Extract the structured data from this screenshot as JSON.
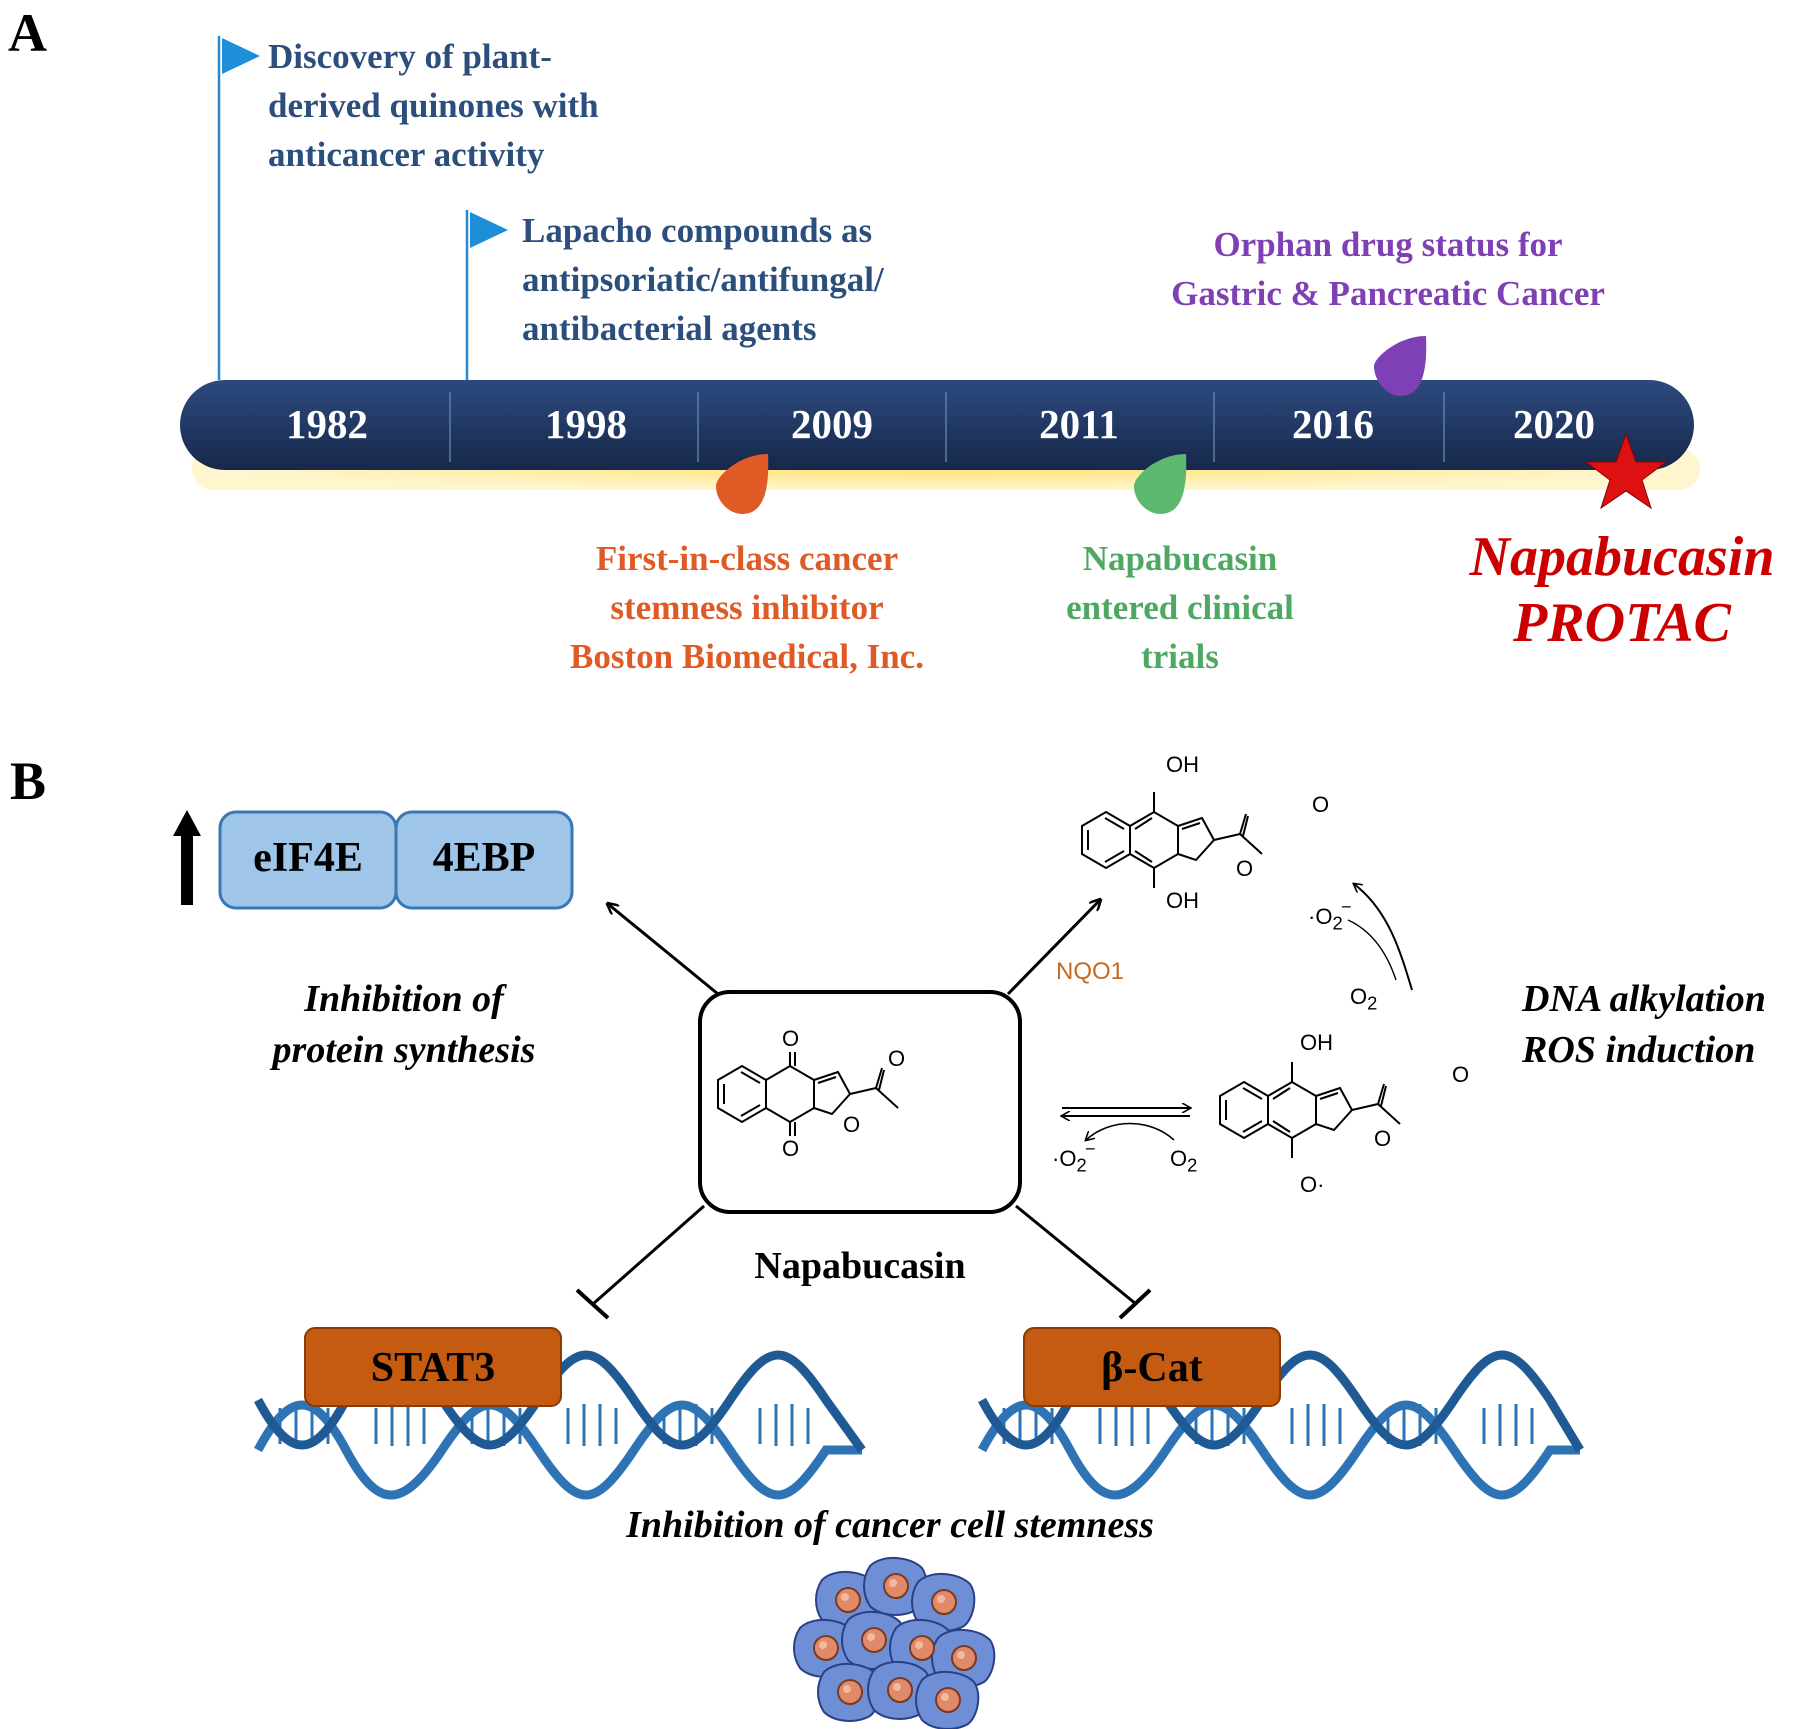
{
  "panel_a": {
    "label": "A",
    "years": [
      "1982",
      "1998",
      "2009",
      "2011",
      "2016",
      "2020"
    ],
    "events": {
      "discovery": "Discovery of plant-\nderived quinones  with\nanticancer activity",
      "lapacho": "Lapacho compounds as\nantipsoriatic/antifungal/\nantibacterial agents",
      "first_in_class": "First-in-class cancer\nstemness inhibitor\nBoston Biomedical, Inc.",
      "clinical": "Napabucasin\nentered clinical\ntrials",
      "orphan": "Orphan drug status for\nGastric & Pancreatic Cancer",
      "protac": "Napabucasin\nPROTAC"
    },
    "colors": {
      "timeline_bar": "#1e3560",
      "glow": "#ffdd66",
      "flag": "#1f8ed8",
      "orange": "#e05a25",
      "green": "#4fa862",
      "purple": "#7f3fb5",
      "star": "#dd1111"
    }
  },
  "panel_b": {
    "label": "B",
    "complex": {
      "left": "eIF4E",
      "right": "4EBP"
    },
    "protein_synthesis": "Inhibition  of\nprotein synthesis",
    "dna_alkylation": "DNA alkylation\nROS induction",
    "drug_name": "Napabucasin",
    "enzyme": "NQO1",
    "oh": "OH",
    "o": "O",
    "o2": "O",
    "o2_sub": "2",
    "stat3": "STAT3",
    "beta_cat": "β-Cat",
    "stemness": "Inhibition  of cancer cell stemness",
    "colors": {
      "complex_fill": "#9fc5e8",
      "complex_stroke": "#3a78b5",
      "tf_box": "#c55a11",
      "dna": "#2e74b5",
      "cell": "#6e8fd6",
      "nucleus": "#e08a6a"
    }
  }
}
